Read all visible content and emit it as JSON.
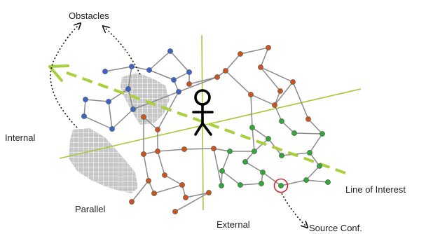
{
  "labels": {
    "obstacles": "Obstacles",
    "internal": "Internal",
    "parallel": "Parallel",
    "external": "External",
    "line_of_interest": "Line of Interest",
    "source_conf": "Source Conf."
  },
  "colors": {
    "blue_node": "#3d63c4",
    "orange_node": "#c9541f",
    "green_node": "#33a63a",
    "edge": "#8a8a8a",
    "axis_line": "#a8c83a",
    "interest_arrow": "#a9cf3c",
    "source_ring": "#d6262a",
    "obstacle_fill": "#c8c8c8",
    "obstacle_grid": "#ffffff",
    "figure": "#000000",
    "dotted_arrow": "#111111"
  },
  "node_classes": [
    "blue",
    "orange",
    "green"
  ],
  "icons": [
    "stick-figure-icon",
    "dotted-arrow-icon",
    "dashed-arrow-icon",
    "source-circle-icon"
  ]
}
